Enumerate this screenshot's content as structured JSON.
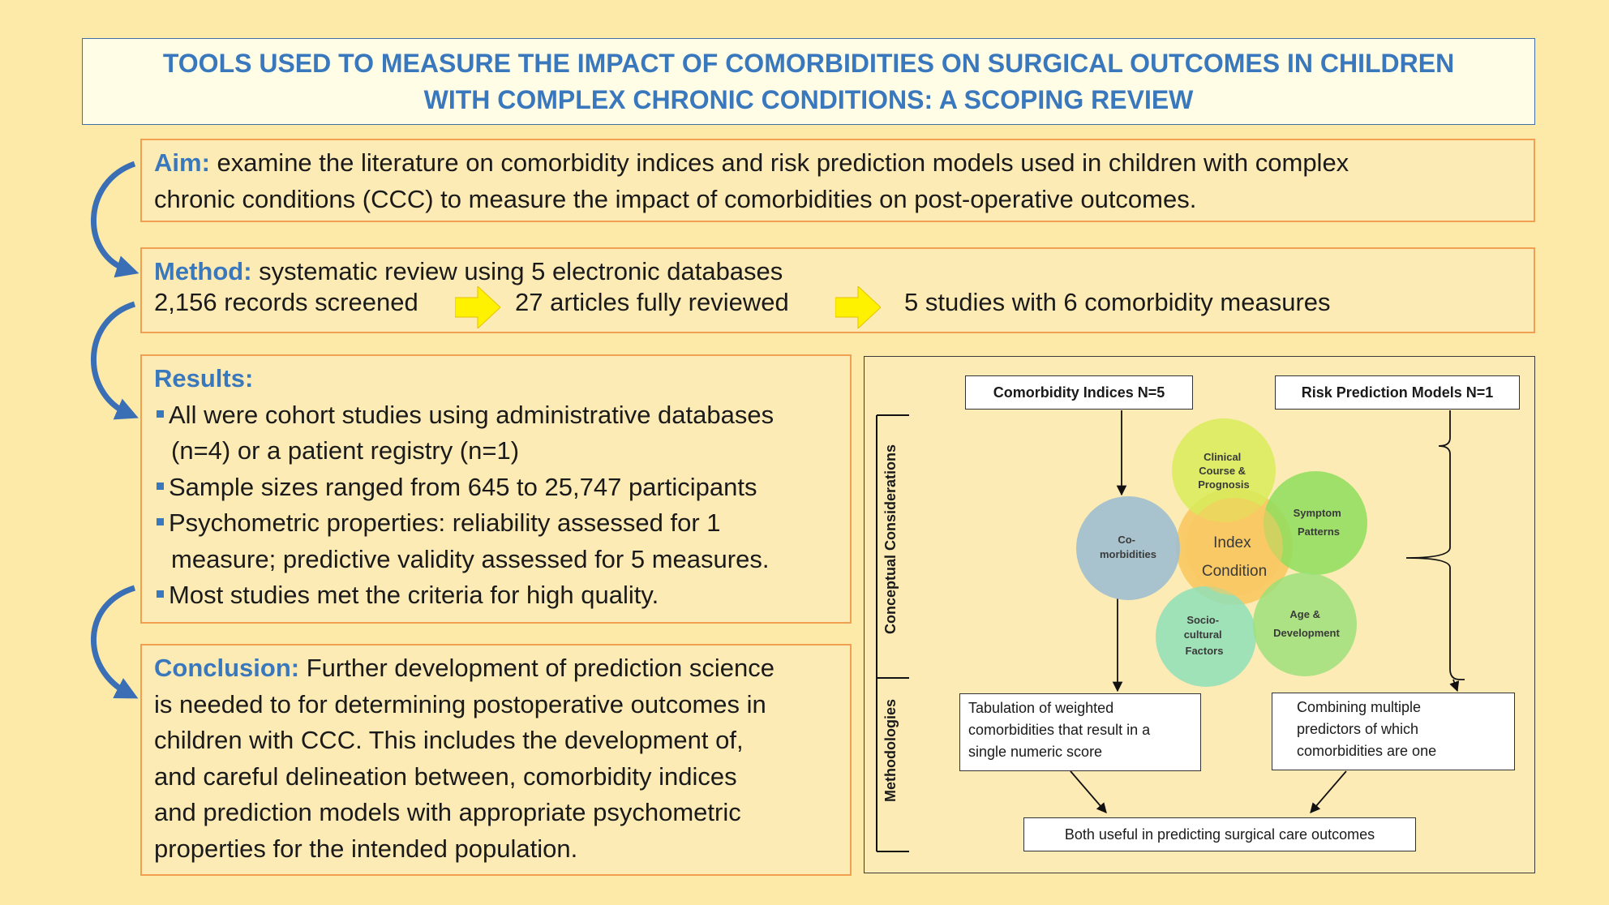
{
  "title": {
    "line1": "TOOLS USED TO MEASURE THE IMPACT OF COMORBIDITIES ON SURGICAL OUTCOMES IN CHILDREN",
    "line2": "WITH COMPLEX  CHRONIC CONDITIONS: A SCOPING REVIEW"
  },
  "aim": {
    "label": "Aim:",
    "line1": " examine the literature on comorbidity indices and risk prediction models used in children with complex",
    "line2": "chronic conditions (CCC) to measure the impact of comorbidities on post-operative outcomes."
  },
  "method": {
    "label": "Method:",
    "line1": " systematic review using 5 electronic databases",
    "flow": [
      "2,156 records screened",
      "27 articles fully reviewed",
      "5 studies with 6 comorbidity measures"
    ]
  },
  "results": {
    "label": "Results:",
    "bullets": [
      {
        "line1": "All were cohort studies using administrative databases",
        "line2": "(n=4) or a patient registry (n=1)"
      },
      {
        "line1": "Sample sizes ranged from 645 to 25,747 participants"
      },
      {
        "line1": "Psychometric properties: reliability assessed for 1",
        "line2": "measure; predictive validity assessed for 5 measures."
      },
      {
        "line1": "Most studies met the criteria for high quality."
      }
    ]
  },
  "conclusion": {
    "label": "Conclusion:",
    "line1": " Further development of prediction science",
    "line2": "is needed to for determining postoperative outcomes in",
    "line3": "children with CCC. This includes the development of,",
    "line4": "and careful delineation between, comorbidity indices",
    "line5": "and prediction models with appropriate psychometric",
    "line6": "properties for the intended population."
  },
  "diagram": {
    "comorbidity_indices": "Comorbidity Indices  N=5",
    "risk_models": "Risk Prediction Models N=1",
    "side_label_top": "Conceptual Considerations",
    "side_label_bottom": "Methodologies",
    "center": {
      "line1": "Index",
      "line2": "Condition"
    },
    "circles": {
      "clinical": [
        "Clinical",
        "Course &",
        "Prognosis"
      ],
      "symptom": [
        "Symptom",
        "Patterns"
      ],
      "comorbidities": [
        "Co-",
        "morbidities"
      ],
      "sociocultural": [
        "Socio-",
        "cultural",
        "Factors"
      ],
      "age": [
        "Age &",
        "Development"
      ]
    },
    "tabulation": [
      "Tabulation of weighted",
      "comorbidities that result in a",
      "single numeric score"
    ],
    "combining": [
      "Combining multiple",
      "predictors  of which",
      "comorbidities are one"
    ],
    "both_useful": "Both useful in predicting surgical care outcomes",
    "colors": {
      "clinical": "#d8ec5a",
      "symptom": "#8ede5e",
      "comorbidities": "#9fbfcf",
      "sociocultural": "#8fe0b8",
      "age": "#9ee07a",
      "center": "#f8c860"
    }
  }
}
